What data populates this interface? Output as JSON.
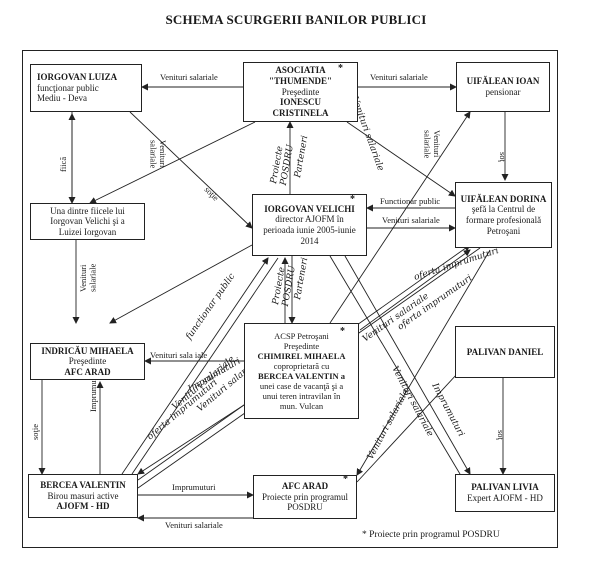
{
  "title": "SCHEMA SCURGERII BANILOR PUBLICI",
  "nodes": {
    "iorgovan_luiza": [
      "IORGOVAN LUIZA",
      "funcţionar public",
      "Mediu  - Deva"
    ],
    "asociatia": [
      "ASOCIATIA",
      "\"THUMENDE\"",
      "Preşedinte",
      "IONESCU",
      "CRISTINELA"
    ],
    "uifalean_ioan": [
      "UIFĂLEAN IOAN",
      "pensionar"
    ],
    "fiica": [
      "Una dintre fiicele lui",
      "Iorgovan Velichi  şi a",
      "Luizei Iorgovan"
    ],
    "iorgovan_velichi": [
      "IORGOVAN VELICHI",
      "director AJOFM în",
      "perioada iunie 2005-iunie",
      "2014"
    ],
    "uifalean_dorina": [
      "UIFĂLEAN  DORINA",
      "şefă la Centrul de",
      "formare profesională",
      "Petroşani"
    ],
    "acsp": [
      "ACSP Petroşani",
      "Preşedinte",
      "CHIMIREL MIHAELA",
      "coproprietară cu",
      "BERCEA VALENTIN a",
      "unei case de vacanţă şi a",
      "unui teren intravilan în",
      "mun. Vulcan"
    ],
    "indricau": [
      "INDRICĂU MIHAELA",
      "Preşedinte",
      "AFC ARAD"
    ],
    "palivan_daniel": [
      "PALIVAN DANIEL"
    ],
    "bercea": [
      "BERCEA VALENTIN",
      "Birou masuri active",
      "AJOFM - HD"
    ],
    "afc_arad": [
      "AFC ARAD",
      "Proiecte prin programul",
      "POSDRU"
    ],
    "palivan_livia": [
      "PALIVAN LIVIA",
      "Expert AJOFM - HD"
    ]
  },
  "star": "*",
  "edge_labels": {
    "venituri_salariale": "Venituri salariale",
    "venituri_salariale_2": "Venituri salariale",
    "venituri_salariale_3": "Venituri\nsalariale",
    "venituri_salariale_4": "Venituri\nsalariale",
    "venituri_salariale_5": "Venituri salariale",
    "venituri_sala_iale": "Venituri sala iale",
    "venituri_salariale_6": "Venituri salariale",
    "functionar_public": "Functionar public",
    "fiica": "fiică",
    "sotie": "soţie",
    "sot": "soţ",
    "sot_2": "soţ",
    "sotie_2": "soţie",
    "imprumuturi": "Imprumuturi",
    "imprumuturi_2": "Imprumuturi"
  },
  "handwritten": {
    "proiecte_posdru": "Proiecte\nPOSDRU",
    "parteneri": "Parteneri",
    "proiecte_posdru_2": "Proiecte\nPOSDRU",
    "parteneri_2": "Parteneri",
    "venituri_salariale_h1": "Venituri salariale",
    "functionar_public_h": "functionar public",
    "oferta_imprumuturi": "oferta imprumuturi",
    "oferta_imprumuturi_2": "oferta imprumuturi",
    "venituri_salariale_h2": "Venituri salariale",
    "venituri_salariale_h3": "Venituri salariale",
    "venituri_salariale_h4": "Venituri salariale",
    "venituri_salariale_h5": "Venituri salariale",
    "venituri_salariale_h6": "Venituri salariale",
    "imprumuturi_h": "Imprumuturi",
    "oferta_imprumuturi_3": "oferta imprumuturi",
    "imprumuturi_h2": "Imprumuturi"
  },
  "footnote": "* Proiecte prin programul POSDRU"
}
